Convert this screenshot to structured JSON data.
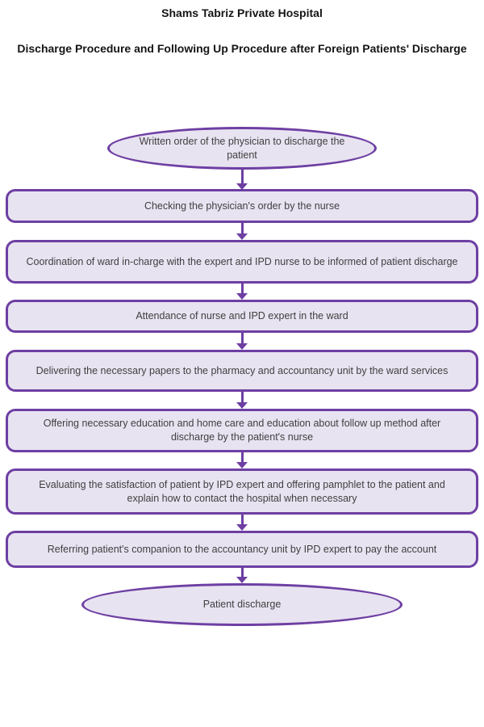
{
  "header": {
    "title": "Shams Tabriz Private Hospital",
    "subtitle": "Discharge Procedure and Following Up Procedure after Foreign Patients' Discharge"
  },
  "colors": {
    "accent_border": "#6E3FA3",
    "node_fill": "#E8E3F1",
    "arrow": "#6E3FA3",
    "text": "#3F3F3F"
  },
  "flow": {
    "nodes": [
      {
        "type": "ellipse",
        "label": "Written order of the physician to discharge the patient"
      },
      {
        "type": "rect",
        "label": "Checking the physician's order by the nurse"
      },
      {
        "type": "rect",
        "label": "Coordination of ward in-charge with the expert and IPD nurse to be informed of patient discharge"
      },
      {
        "type": "rect",
        "label": "Attendance of nurse and IPD expert in the ward"
      },
      {
        "type": "rect",
        "label": "Delivering the necessary papers to the pharmacy and accountancy unit by the ward services"
      },
      {
        "type": "rect",
        "label": "Offering necessary education and home care and education about follow up method after discharge by the patient's nurse"
      },
      {
        "type": "rect",
        "label": "Evaluating the satisfaction of patient by IPD expert and offering pamphlet to the patient and explain how to contact the hospital when necessary"
      },
      {
        "type": "rect",
        "label": "Referring patient's companion to the accountancy unit by IPD expert to pay the account"
      },
      {
        "type": "ellipse",
        "label": "Patient discharge"
      }
    ]
  }
}
